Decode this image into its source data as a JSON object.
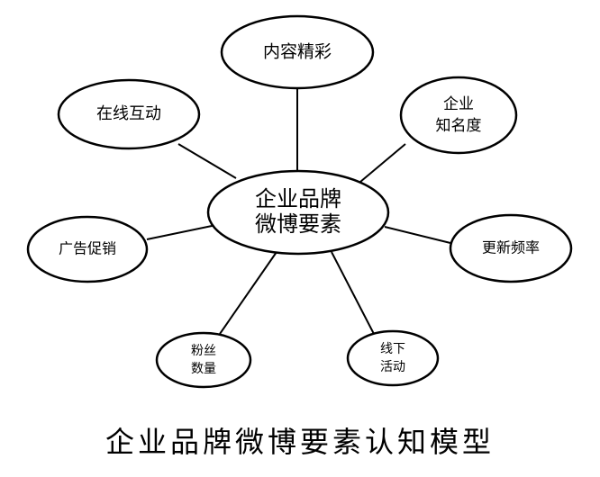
{
  "diagram": {
    "center": {
      "lines": [
        "企业品牌",
        "微博要素"
      ]
    },
    "nodes": [
      {
        "id": "content",
        "lines": [
          "内容精彩"
        ]
      },
      {
        "id": "awareness",
        "lines": [
          "企业",
          "知名度"
        ]
      },
      {
        "id": "frequency",
        "lines": [
          "更新频率"
        ]
      },
      {
        "id": "offline",
        "lines": [
          "线下",
          "活动"
        ]
      },
      {
        "id": "fans",
        "lines": [
          "粉丝",
          "数量"
        ]
      },
      {
        "id": "ads",
        "lines": [
          "广告促销"
        ]
      },
      {
        "id": "interaction",
        "lines": [
          "在线互动"
        ]
      }
    ]
  },
  "caption": "企业品牌微博要素认知模型"
}
